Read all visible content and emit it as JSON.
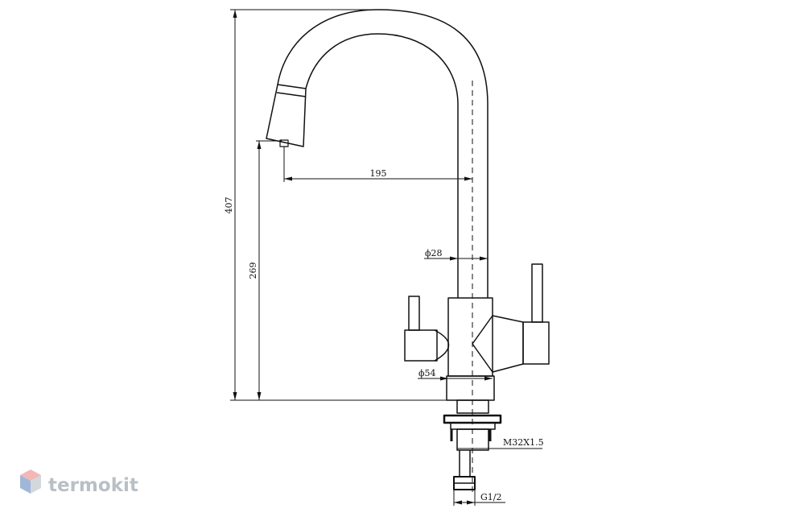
{
  "drawing": {
    "dimensions": {
      "overall_height": "407",
      "spout_height": "269",
      "spout_reach": "195",
      "spout_diameter": "ϕ28",
      "base_diameter": "ϕ54",
      "mounting_thread": "M32X1.5",
      "connection_thread": "G1/2"
    }
  },
  "watermark": {
    "brand": "termokit"
  },
  "colors": {
    "line": "#111111",
    "logo_text": "#b8c0c6",
    "logo_blue": "#9fb8da",
    "logo_red": "#f2b7b7",
    "logo_gray": "#d3d8dc"
  }
}
